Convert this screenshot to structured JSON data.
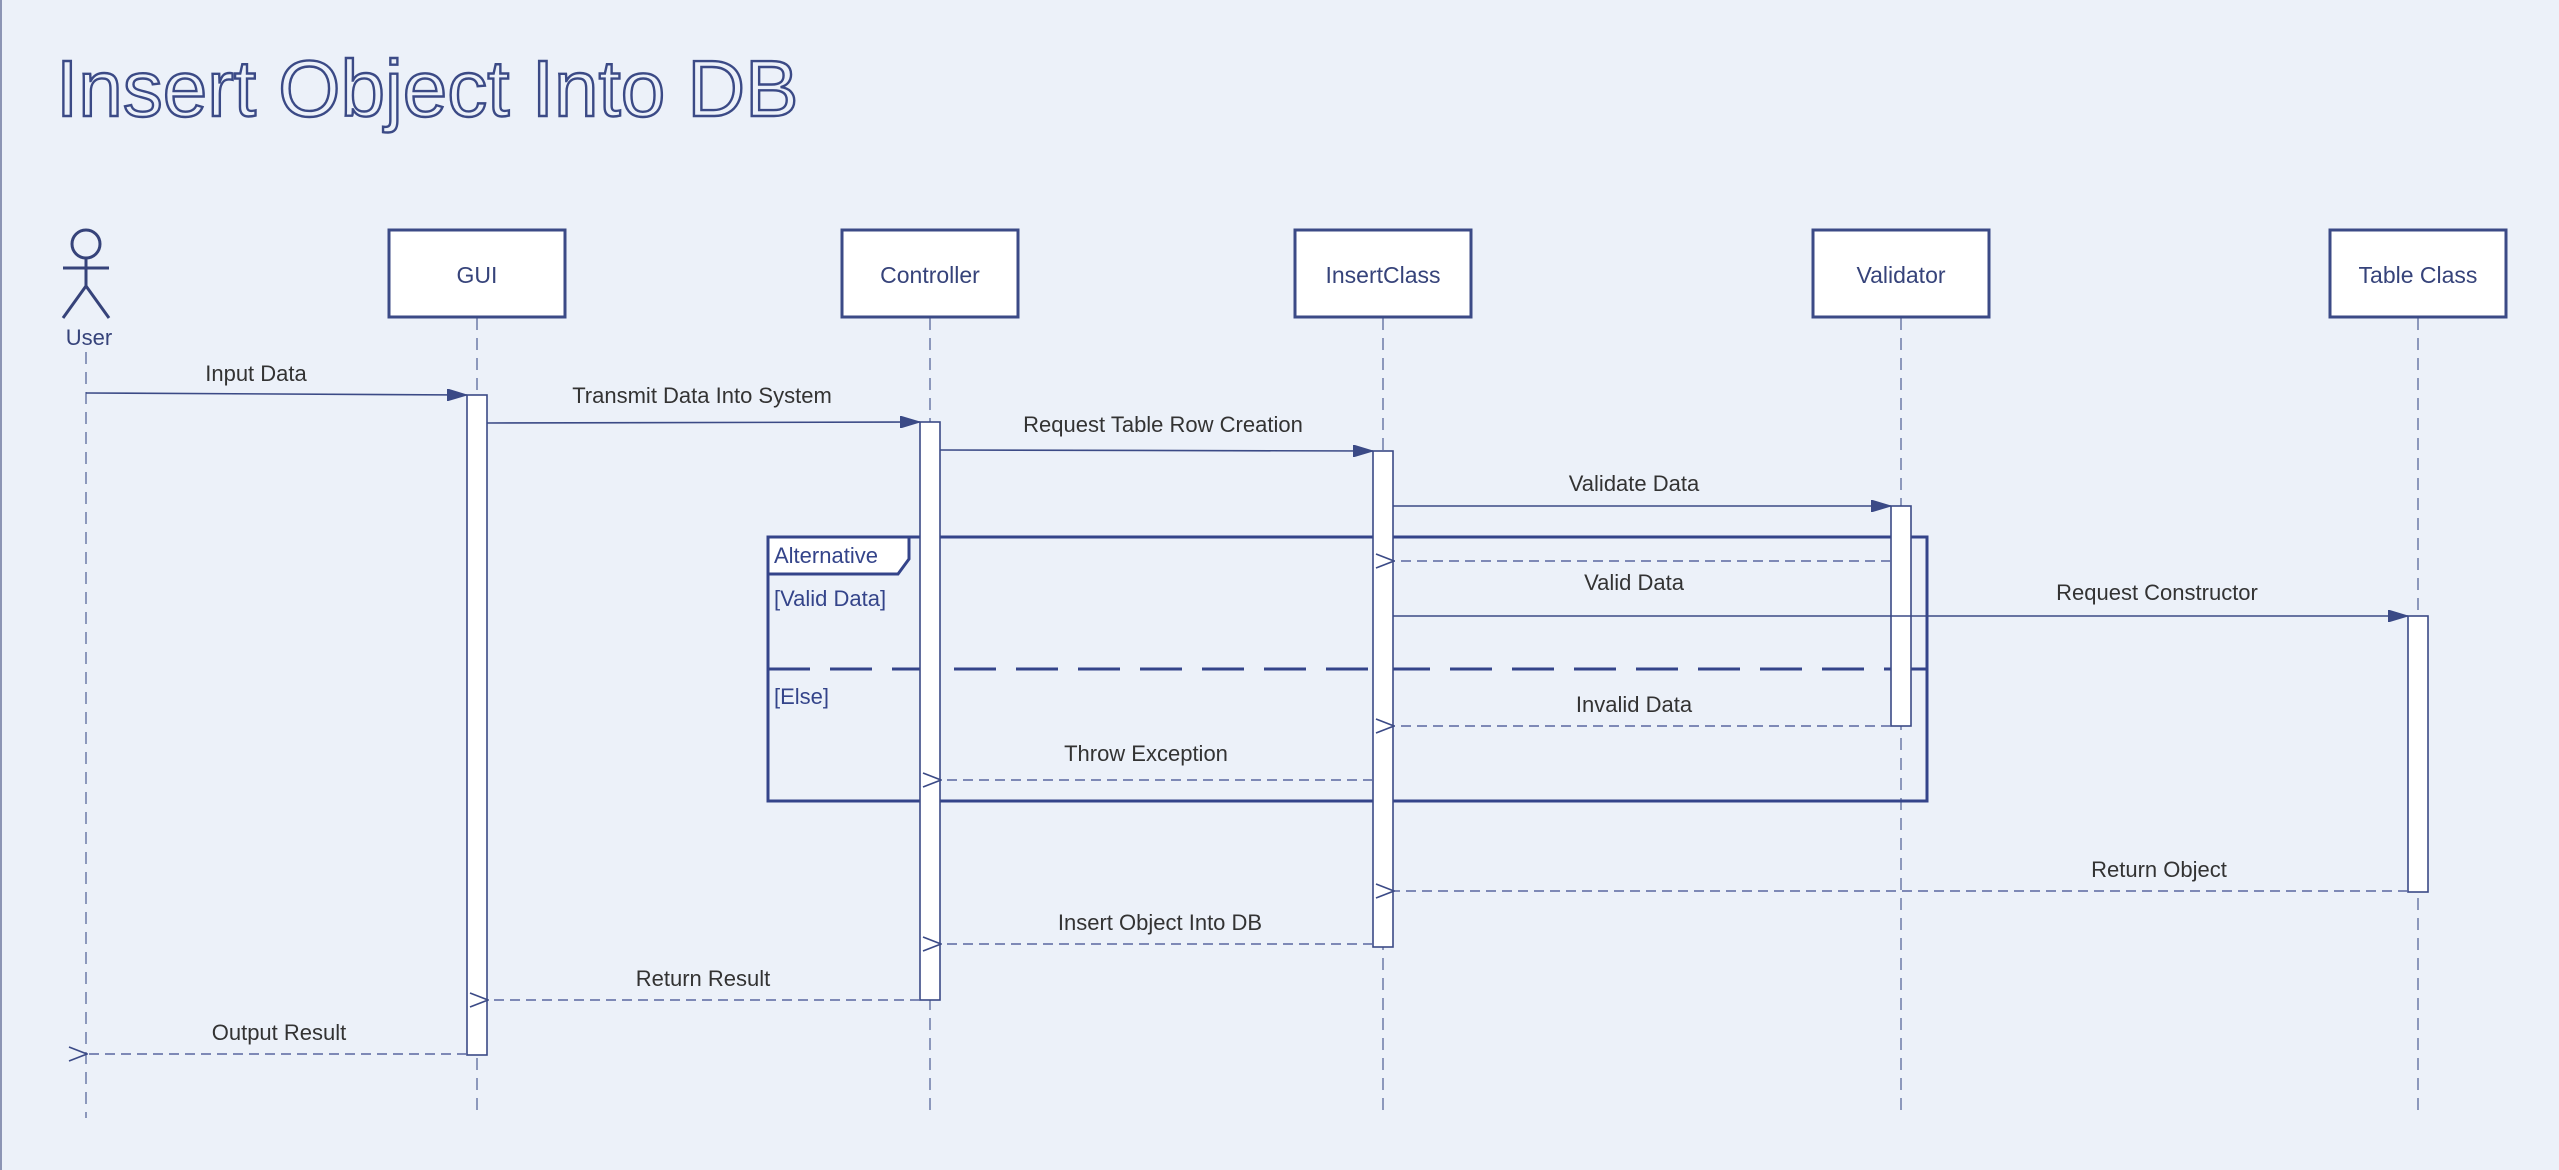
{
  "title": "Insert Object Into DB",
  "actor": {
    "label": "User"
  },
  "lifelines": [
    {
      "id": "gui",
      "label": "GUI"
    },
    {
      "id": "controller",
      "label": "Controller"
    },
    {
      "id": "insertclass",
      "label": "InsertClass"
    },
    {
      "id": "validator",
      "label": "Validator"
    },
    {
      "id": "tableclass",
      "label": "Table Class"
    }
  ],
  "messages": [
    {
      "from": "User",
      "to": "GUI",
      "label": "Input Data",
      "kind": "call"
    },
    {
      "from": "GUI",
      "to": "Controller",
      "label": "Transmit Data Into System",
      "kind": "call"
    },
    {
      "from": "Controller",
      "to": "InsertClass",
      "label": "Request Table Row Creation",
      "kind": "call"
    },
    {
      "from": "InsertClass",
      "to": "Validator",
      "label": "Validate Data",
      "kind": "call"
    },
    {
      "from": "Validator",
      "to": "InsertClass",
      "label": "Valid Data",
      "kind": "return"
    },
    {
      "from": "InsertClass",
      "to": "Table Class",
      "label": "Request Constructor",
      "kind": "call"
    },
    {
      "from": "Validator",
      "to": "InsertClass",
      "label": "Invalid Data",
      "kind": "return"
    },
    {
      "from": "InsertClass",
      "to": "Controller",
      "label": "Throw Exception",
      "kind": "return"
    },
    {
      "from": "Table Class",
      "to": "InsertClass",
      "label": "Return Object",
      "kind": "return"
    },
    {
      "from": "InsertClass",
      "to": "Controller",
      "label": "Insert Object Into DB",
      "kind": "return"
    },
    {
      "from": "Controller",
      "to": "GUI",
      "label": "Return Result",
      "kind": "return"
    },
    {
      "from": "GUI",
      "to": "User",
      "label": "Output Result",
      "kind": "return"
    }
  ],
  "fragment": {
    "type": "Alternative",
    "guards": [
      "[Valid Data]",
      "[Else]"
    ]
  },
  "colors": {
    "background": "#ecf1f9",
    "stroke": "#3b4a86",
    "text": "#333333"
  }
}
